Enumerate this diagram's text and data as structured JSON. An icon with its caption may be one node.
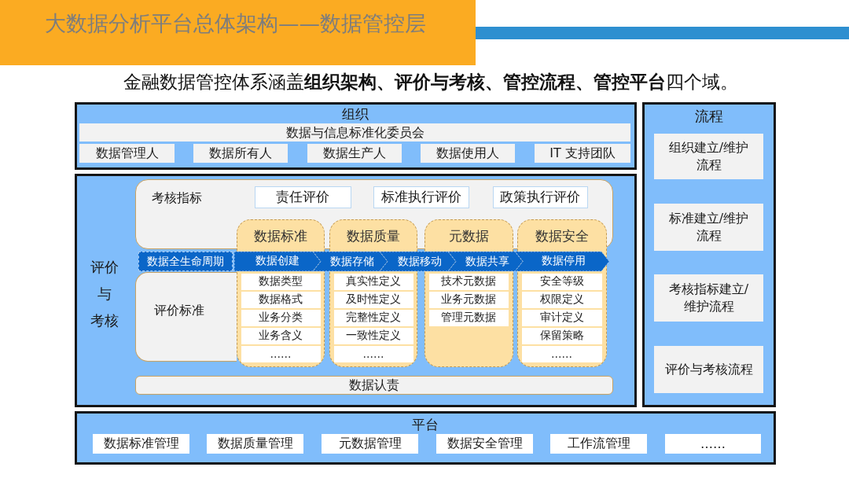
{
  "diagram": {
    "title": "大数据分析平台总体架构——数据管控层",
    "nodes": [
      {
        "text": [
          "组织"
        ]
      },
      {
        "text": [
          "数据与信息标准化委员会"
        ],
        "in": 0
      },
      {
        "text": [
          "数据管理人"
        ],
        "in": 0
      },
      {
        "text": [
          "数据所有人"
        ],
        "in": 0
      },
      {
        "text": [
          "数据生产人"
        ],
        "in": 0
      },
      {
        "text": [
          "数据使用人"
        ],
        "in": 0
      },
      {
        "text": [
          "IT 支持团队"
        ],
        "in": 0
      },
      {
        "text": [
          "评价与考核"
        ]
      },
      {
        "text": [
          "考核指标"
        ],
        "in": 7
      },
      {
        "text": [
          "责任评价"
        ],
        "in": 8
      },
      {
        "text": [
          "标准执行评价"
        ],
        "in": 8
      },
      {
        "text": [
          "政策执行评价"
        ],
        "in": 8
      },
      {
        "text": [
          "数据标准"
        ],
        "in": 7
      },
      {
        "text": [
          "数据质量"
        ],
        "in": 7
      },
      {
        "text": [
          "元数据"
        ],
        "in": 7
      },
      {
        "text": [
          "数据安全"
        ],
        "in": 7
      },
      {
        "text": [
          "数据全生命周期"
        ],
        "in": 7
      },
      {
        "text": [
          "数据创建"
        ],
        "in": 12
      },
      {
        "text": [
          "数据存储"
        ],
        "in": 7
      },
      {
        "text": [
          "数据移动"
        ],
        "in": 7
      },
      {
        "text": [
          "数据共享"
        ],
        "in": 7
      },
      {
        "text": [
          "数据停用"
        ],
        "in": 15
      },
      {
        "text": [
          "评价标准"
        ],
        "in": 7
      },
      {
        "text": [
          "数据类型"
        ],
        "in": 12
      },
      {
        "text": [
          "数据格式"
        ],
        "in": 12
      },
      {
        "text": [
          "业务分类"
        ],
        "in": 12
      },
      {
        "text": [
          "业务含义"
        ],
        "in": 12
      },
      {
        "text": [
          "……"
        ],
        "in": 12
      },
      {
        "text": [
          "真实性定义"
        ],
        "in": 13
      },
      {
        "text": [
          "及时性定义"
        ],
        "in": 13
      },
      {
        "text": [
          "完整性定义"
        ],
        "in": 13
      },
      {
        "text": [
          "一致性定义"
        ],
        "in": 13
      },
      {
        "text": [
          "……"
        ],
        "in": 13
      },
      {
        "text": [
          "技术元数据"
        ],
        "in": 14
      },
      {
        "text": [
          "业务元数据"
        ],
        "in": 14
      },
      {
        "text": [
          "管理元数据"
        ],
        "in": 14
      },
      {
        "text": [
          "安全等级"
        ],
        "in": 15
      },
      {
        "text": [
          "权限定义"
        ],
        "in": 15
      },
      {
        "text": [
          "审计定义"
        ],
        "in": 15
      },
      {
        "text": [
          "保留策略"
        ],
        "in": 15
      },
      {
        "text": [
          "……"
        ],
        "in": 15
      },
      {
        "text": [
          "数据认责"
        ],
        "in": 7
      },
      {
        "text": [
          "流程"
        ]
      },
      {
        "text": [
          "组织建立/维护流程"
        ],
        "in": 42
      },
      {
        "text": [
          "标准建立/维护流程"
        ],
        "in": 42
      },
      {
        "text": [
          "考核指标建立/维护流程"
        ],
        "in": 42
      },
      {
        "text": [
          "评价与考核流程"
        ],
        "in": 42
      },
      {
        "text": [
          "平台"
        ]
      },
      {
        "text": [
          "数据标准管理"
        ],
        "in": 47
      },
      {
        "text": [
          "数据质量管理"
        ],
        "in": 47
      },
      {
        "text": [
          "元数据管理"
        ],
        "in": 47
      },
      {
        "text": [
          "数据安全管理"
        ],
        "in": 47
      },
      {
        "text": [
          "工作流管理"
        ],
        "in": 47
      },
      {
        "text": [
          "……"
        ],
        "in": 47
      }
    ],
    "labels": [
      "金融数据管控体系涵盖**组织架构、评价与考核、管控流程、管控平台**四个域。"
    ]
  }
}
